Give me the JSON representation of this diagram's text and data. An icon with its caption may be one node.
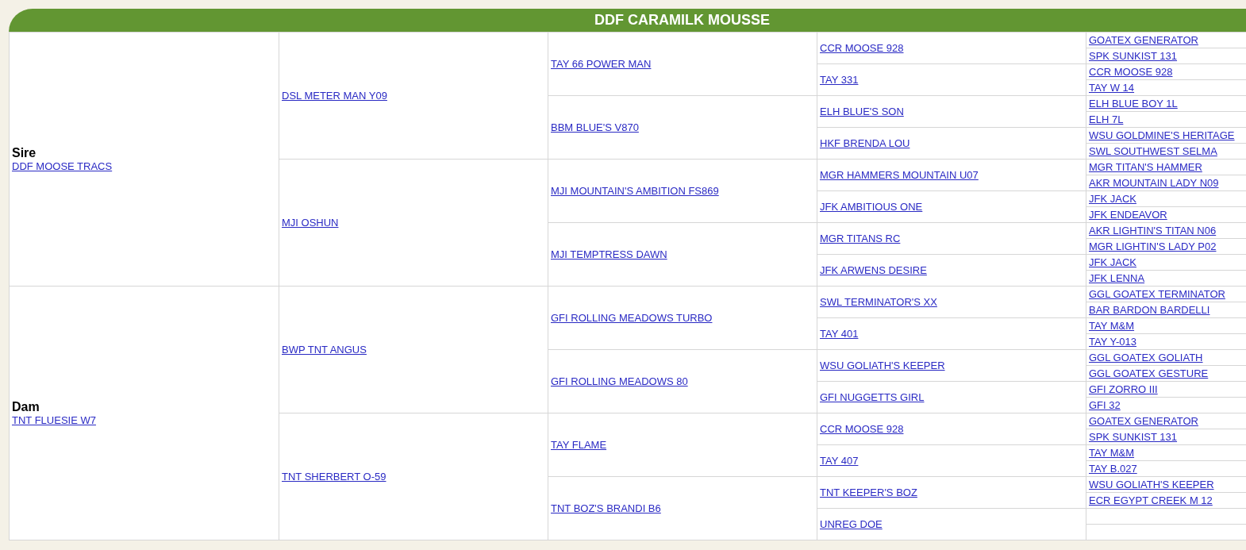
{
  "diagram": {
    "title": "DDF CARAMILK MOUSSE",
    "labels": [
      "Sire",
      "DDF MOOSE TRACS",
      "DSL METER MAN Y09",
      "TAY 66 POWER MAN",
      "CCR MOOSE 928",
      "GOATEX GENERATOR",
      "SPK SUNKIST 131",
      "TAY 331",
      "CCR MOOSE 928",
      "TAY W 14",
      "BBM BLUE'S V870",
      "ELH BLUE'S SON",
      "ELH BLUE BOY 1L",
      "ELH 7L",
      "HKF BRENDA LOU",
      "WSU GOLDMINE'S HERITAGE",
      "SWL SOUTHWEST SELMA",
      "MJI OSHUN",
      "MJI MOUNTAIN'S AMBITION FS869",
      "MGR HAMMERS MOUNTAIN U07",
      "MGR TITAN'S HAMMER",
      "AKR MOUNTAIN LADY N09",
      "JFK AMBITIOUS ONE",
      "JFK JACK",
      "JFK ENDEAVOR",
      "MJI TEMPTRESS DAWN",
      "MGR TITANS RC",
      "AKR LIGHTIN'S TITAN N06",
      "MGR LIGHTIN'S LADY P02",
      "JFK ARWENS DESIRE",
      "JFK JACK",
      "JFK LENNA",
      "Dam",
      "TNT FLUESIE W7",
      "BWP TNT ANGUS",
      "GFI ROLLING MEADOWS TURBO",
      "SWL TERMINATOR'S XX",
      "GGL GOATEX TERMINATOR",
      "BAR BARDON BARDELLI",
      "TAY 401",
      "TAY M&M",
      "TAY Y-013",
      "GFI ROLLING MEADOWS 80",
      "WSU GOLIATH'S KEEPER",
      "GGL GOATEX GOLIATH",
      "GGL GOATEX GESTURE",
      "GFI NUGGETTS GIRL",
      "GFI ZORRO III",
      "GFI 32",
      "TNT SHERBERT O-59",
      "TAY FLAME",
      "CCR MOOSE 928",
      "GOATEX GENERATOR",
      "SPK SUNKIST 131",
      "TAY 407",
      "TAY M&M",
      "TAY B.027",
      "TNT BOZ'S BRANDI B6",
      "TNT KEEPER'S BOZ",
      "WSU GOLIATH'S KEEPER",
      "ECR EGYPT CREEK M 12",
      "UNREG DOE"
    ]
  }
}
